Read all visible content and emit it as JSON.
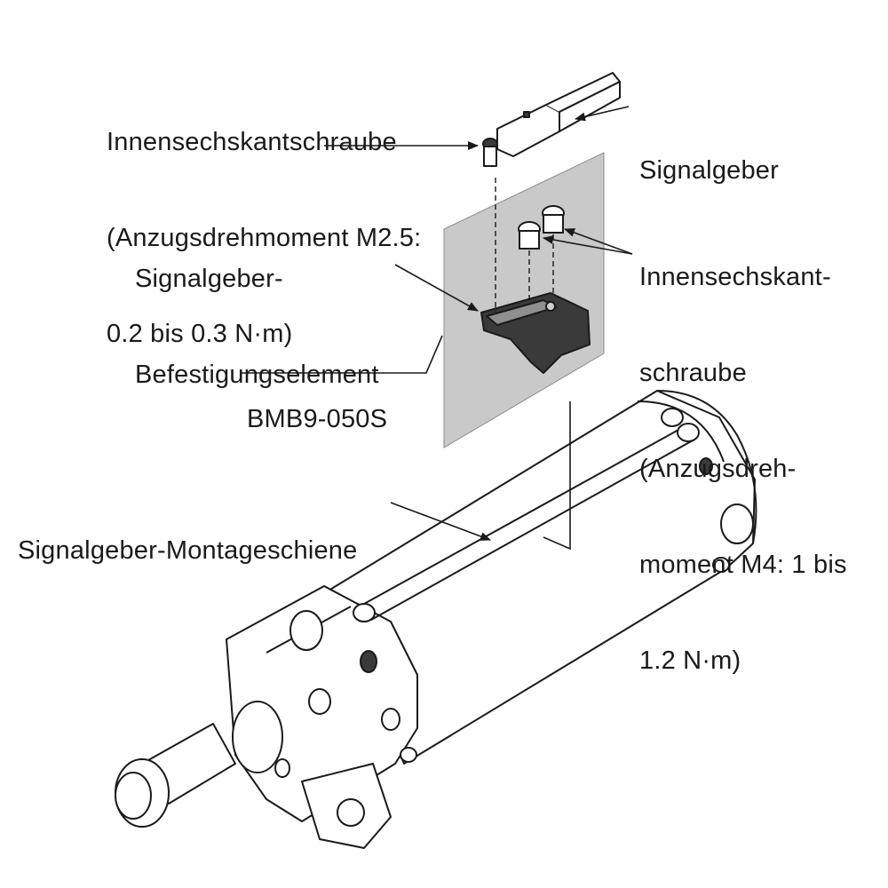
{
  "labels": {
    "hex_screw_top": {
      "lines": [
        "Innensechskantschraube",
        "(Anzugsdrehmoment M2.5:",
        "0.2 bis 0.3 N·m)"
      ]
    },
    "signal_sender": {
      "lines": [
        "Signalgeber"
      ]
    },
    "mount_element": {
      "lines": [
        "Signalgeber-",
        "Befestigungselement"
      ]
    },
    "hex_screw_right": {
      "lines": [
        "Innensechskant-",
        "schraube",
        "(Anzugsdreh-",
        "moment M4: 1 bis",
        "1.2 N·m)"
      ]
    },
    "part_number": {
      "lines": [
        "BMB9-050S"
      ]
    },
    "mounting_rail": {
      "lines": [
        "Signalgeber-Montageschiene"
      ]
    }
  },
  "colors": {
    "line": "#1a1a1a",
    "panel": "#c9c9c9",
    "part_fill": "#ffffff",
    "dark_part": "#3a3a3a"
  }
}
